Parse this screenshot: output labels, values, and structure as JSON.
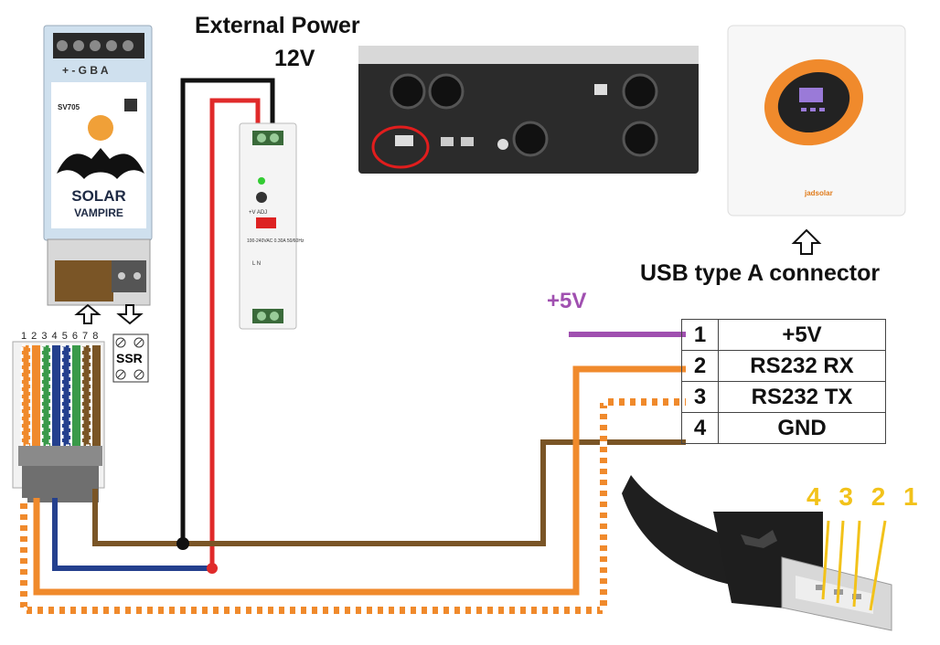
{
  "external_power": {
    "title": "External Power",
    "voltage": "12V"
  },
  "usb": {
    "title": "USB type A connector",
    "pin_numbers": "4 3 2 1"
  },
  "plus5_label": "+5V",
  "pin_table": [
    {
      "pin": "1",
      "signal": "+5V"
    },
    {
      "pin": "2",
      "signal": "RS232 RX"
    },
    {
      "pin": "3",
      "signal": "RS232  TX"
    },
    {
      "pin": "4",
      "signal": "GND"
    }
  ],
  "device": {
    "terminal_label": "+ - G B A",
    "model": "SV705",
    "brand_line1": "SOLAR",
    "brand_line2": "VAMPIRE",
    "ssr": "SSR",
    "rj45_pins": "1 2 3 4 5 6 7 8"
  },
  "psu": {
    "adj": "+V ADJ",
    "spec": "100-240VAC 0.30A 50/60Hz",
    "terminals": "L  N"
  },
  "inverter_brand": "jadsolar",
  "colors": {
    "wire_red": "#e02a2a",
    "wire_black": "#111111",
    "wire_brown": "#7a5526",
    "wire_orange": "#f08a2c",
    "wire_blue": "#24408e",
    "wire_purple": "#a050b0",
    "usb_pin_yellow": "#f2c21a",
    "highlight_circle": "#e11d1d"
  }
}
